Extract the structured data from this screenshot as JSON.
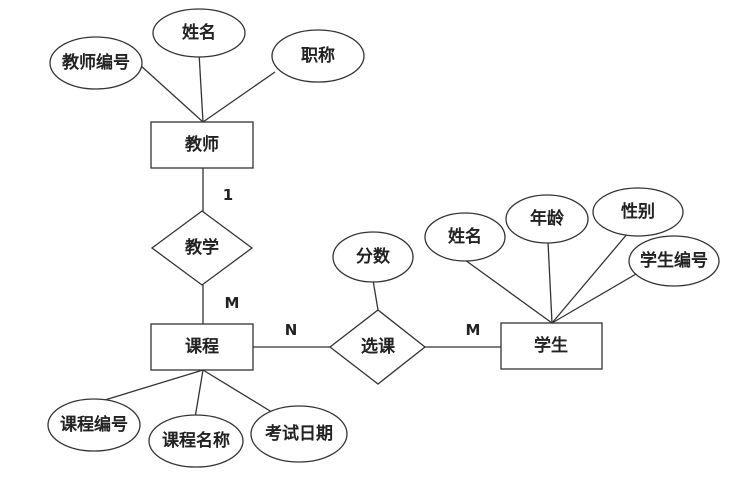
{
  "entities": {
    "teacher": "教师",
    "course": "课程",
    "student": "学生"
  },
  "relationships": {
    "teach": "教学",
    "select": "选课"
  },
  "attributes": {
    "teacher_id": "教师编号",
    "teacher_name": "姓名",
    "teacher_title": "职称",
    "course_id": "课程编号",
    "course_name": "课程名称",
    "exam_date": "考试日期",
    "score": "分数",
    "student_name": "姓名",
    "student_age": "年龄",
    "student_gender": "性别",
    "student_id": "学生编号"
  },
  "cardinalities": {
    "teach_teacher": "1",
    "teach_course": "M",
    "select_course": "N",
    "select_student": "M"
  }
}
